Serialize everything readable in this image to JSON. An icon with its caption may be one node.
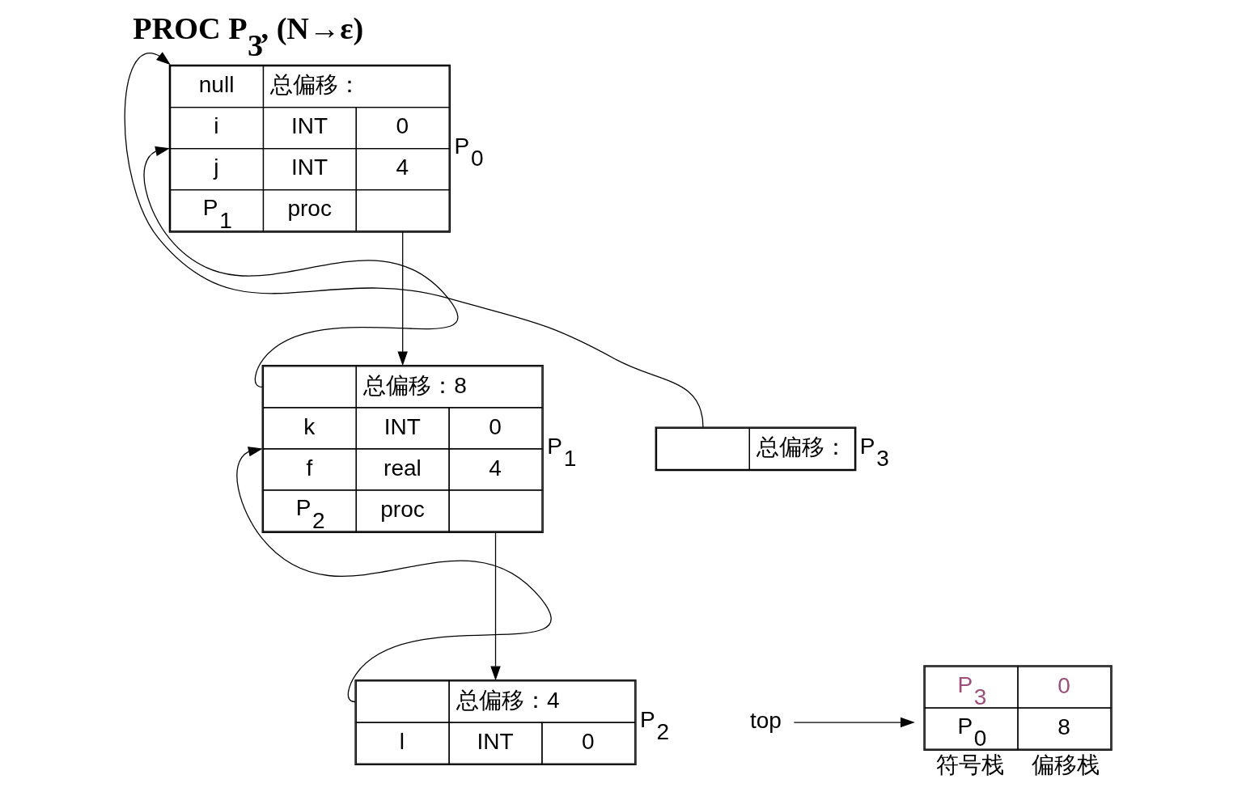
{
  "diagram": {
    "title": "PROC P$_{3}$, (N→ε)",
    "nodes": [
      {
        "text": [
          "null",
          "总偏移：",
          "i",
          "INT",
          "0",
          "j",
          "INT",
          "4",
          "P$_{1}$",
          "proc"
        ],
        "beside": [
          "P$_{0}$"
        ]
      },
      {
        "text": [
          "总偏移："
        ],
        "beside": [
          "P$_{3}$"
        ]
      },
      {
        "text": [
          "总偏移：8",
          "k",
          "INT",
          "0",
          "f",
          "real",
          "4",
          "P$_{2}$",
          "proc"
        ],
        "beside": [
          "P$_{1}$"
        ]
      },
      {
        "text": [
          "总偏移：4",
          "l",
          "INT",
          "0"
        ],
        "beside": [
          "P$_{2}$"
        ]
      },
      {
        "text": [
          "top"
        ]
      },
      {
        "text": [
          "P$_{3}$",
          "0",
          "P$_{0}$",
          "8"
        ],
        "beside": [
          "符号栈",
          "偏移栈"
        ]
      }
    ],
    "edges": [
      {
        "from": 1,
        "to": 0,
        "arrow": "to"
      },
      {
        "from": 2,
        "to": 0,
        "arrow": "to"
      },
      {
        "from": 0,
        "to": 2,
        "arrow": "to"
      },
      {
        "from": 3,
        "to": 2,
        "arrow": "to"
      },
      {
        "from": 2,
        "to": 3,
        "arrow": "to"
      },
      {
        "from": 4,
        "to": 5,
        "arrow": "to"
      }
    ]
  }
}
